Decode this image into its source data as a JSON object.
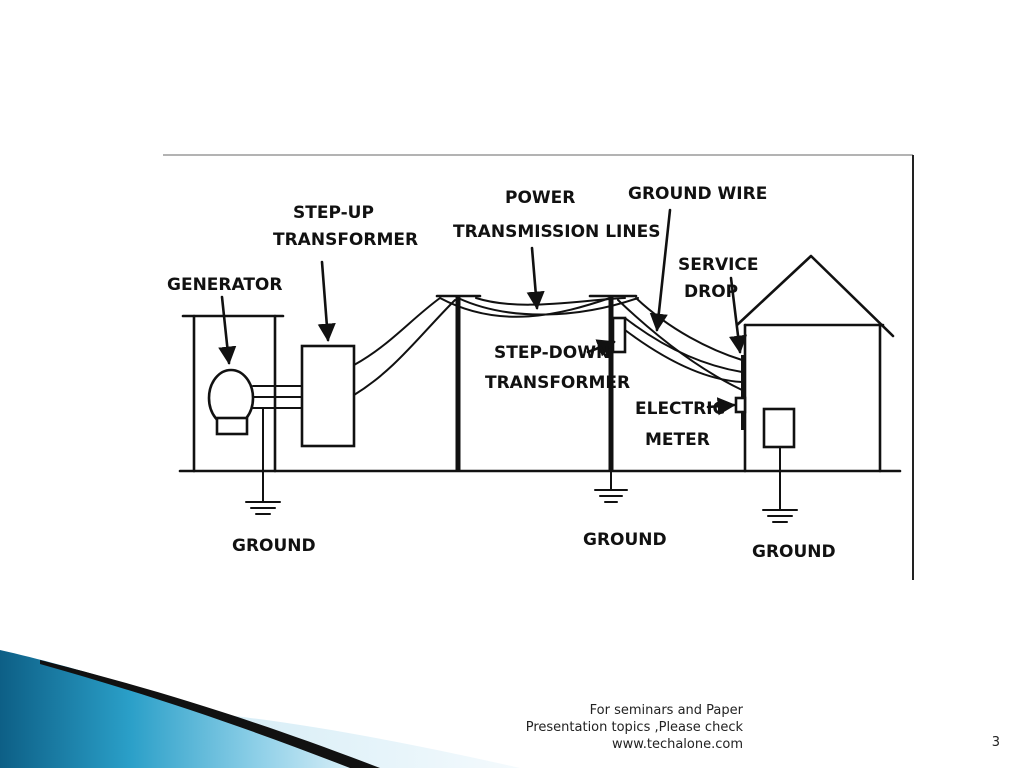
{
  "diagram": {
    "labels": {
      "generator": "GENERATOR",
      "step_up_1": "STEP-UP",
      "step_up_2": "TRANSFORMER",
      "power_1": "POWER",
      "power_2": "TRANSMISSION LINES",
      "ground_wire": "GROUND WIRE",
      "service_1": "SERVICE",
      "service_2": "DROP",
      "step_down_1": "STEP-DOWN",
      "step_down_2": "TRANSFORMER",
      "meter_1": "ELECTRIC",
      "meter_2": "METER",
      "ground_left": "GROUND",
      "ground_mid": "GROUND",
      "ground_right": "GROUND"
    }
  },
  "footer": {
    "line1": "For seminars and Paper",
    "line2": "Presentation topics ,Please check",
    "line3": "www.techalone.com"
  },
  "slide_number": "3"
}
